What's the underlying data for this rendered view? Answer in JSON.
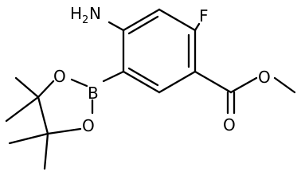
{
  "molecule": {
    "labels": {
      "amine_h": "H",
      "amine_sub": "2",
      "amine_n": "N",
      "fluorine": "F",
      "boron": "B",
      "ring_oxygen_top": "O",
      "ring_oxygen_bottom": "O",
      "ester_oxygen_single": "O",
      "ester_oxygen_double": "O"
    }
  }
}
